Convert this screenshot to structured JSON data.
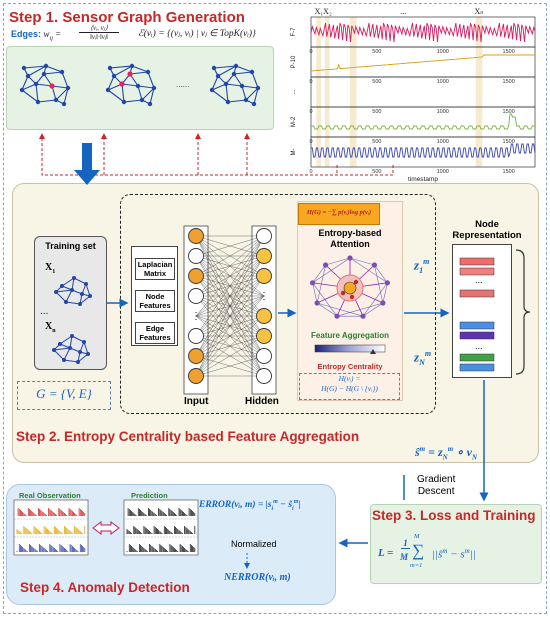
{
  "step1": {
    "title": "Step 1. Sensor Graph Generation",
    "edges_label": "Edges:",
    "edge_formula": "w",
    "edge_formula_sub": "ij",
    "edge_formula_eq": " = ",
    "edge_frac_num": "⟨v",
    "edge_frac_den": "‖v",
    "edge_set_formula": "ℰ(v",
    "edge_set_rest": ") = {(v",
    "edge_set_cond": ") | v",
    "edge_set_in": " ∈ TopK(v",
    "edge_set_end": ")}",
    "dots": "......"
  },
  "timeseries": {
    "markers": [
      "X₁",
      "X₂",
      "...",
      "Xₙ"
    ],
    "tracks": [
      {
        "label": "F-7",
        "color": "#d81b60"
      },
      {
        "label": "P-10",
        "color": "#d4a017"
      },
      {
        "label": "...",
        "color": "#999999"
      },
      {
        "label": "M-2",
        "color": "#7cb342"
      },
      {
        "label": "M-",
        "color": "#3949ab"
      }
    ],
    "ticks": [
      "0",
      "500",
      "1000",
      "1500"
    ],
    "xlabel": "timestamp"
  },
  "step2": {
    "title": "Step 2. Entropy Centrality based Feature Aggregation",
    "training_set": "Training set",
    "x1": "X",
    "x1_sub": "1",
    "xn": "X",
    "xn_sub": "n",
    "ellipsis": "...",
    "graph_def": "G = {V, E}",
    "laplacian": "Laplacian Matrix",
    "node_features": "Node Features",
    "edge_features": "Edge Features",
    "input_label": "Input",
    "hidden_label": "Hidden",
    "entropy_formula": "H(G) = −∑ p(vᵢ)log p(vᵢ)",
    "entropy_attention_1": "Entropy-based",
    "entropy_attention_2": "Attention",
    "feature_aggregation": "Feature Aggregation",
    "entropy_centrality": "Entropy Centrality",
    "centrality_formula_1": "H(vᵢ) =",
    "centrality_formula_2": "H(G) − H(G \\ {vᵢ})",
    "node_rep_1": "Node",
    "node_rep_2": "Representation",
    "z1": "z",
    "z1_sub": "1",
    "zn": "z",
    "zn_sub": "N",
    "z_sup": "m",
    "rep_dots": "...",
    "shat_formula": "ŝ",
    "shat_rest": " = z",
    "shat_end": " ∘ v"
  },
  "step3": {
    "title": "Step 3. Loss and Training",
    "gradient_1": "Gradient",
    "gradient_2": "Descent",
    "loss_formula": "L = ",
    "loss_rest": "||ŝ",
    "loss_end": " − s",
    "loss_close": "||"
  },
  "step4": {
    "title": "Step 4. Anomaly Detection",
    "real_observation": "Real Observation",
    "prediction": "Prediction",
    "error_formula": "ERROR(v",
    "error_rest": ", m) = |s",
    "error_mid": " − ŝ",
    "error_end": "|",
    "normalized": "Normalized",
    "nerror": "NERROR(v",
    "nerror_end": ", m)"
  },
  "colors": {
    "title_red": "#c62828",
    "step1_bg": "#e8f5e9",
    "step2_bg": "#faf6e9",
    "step3_bg": "#e8f5e9",
    "step4_bg": "#e3f2fd",
    "orange_node": "#f0a030",
    "arrow_blue": "#1565c0",
    "dashed_red": "#c62828",
    "formula_blue": "#1565c0"
  }
}
